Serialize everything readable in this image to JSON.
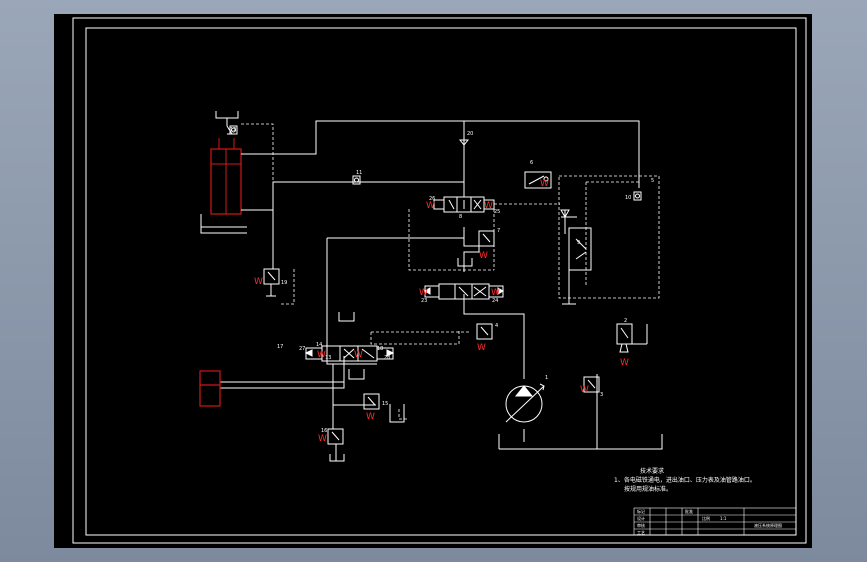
{
  "colors": {
    "background": "#000000",
    "line": "#ffffff",
    "actuator": "#d01818",
    "solenoid": "#ff2a2a",
    "desktop": "#8a97aa"
  },
  "solenoid_glyph": "W",
  "labels": {
    "n1": "1",
    "n2": "2",
    "n3": "3",
    "n4": "4",
    "n5": "5",
    "n6": "6",
    "n7": "7",
    "n8": "8",
    "n9": "9",
    "n10": "10",
    "n11": "11",
    "n12": "12",
    "n13": "13",
    "n14": "14",
    "n15": "15",
    "n16": "16",
    "n17": "17",
    "n18": "18",
    "n19": "19",
    "n20": "20",
    "n23": "23",
    "n24": "24",
    "n25": "25",
    "n26": "26",
    "n27": "27",
    "n28": "28"
  },
  "notes": {
    "heading": "技术要求",
    "line1": "1、各电磁铁通电，进出油口、压力表及油管路油口。",
    "line2": "按规用规油标准。"
  },
  "title_block": {
    "cell1": "标记",
    "cell2": "设计",
    "cell3": "审核",
    "cell4": "工艺",
    "cell5": "批准",
    "cell6": "比例",
    "cell7": "1:1",
    "name": "液压系统原理图"
  }
}
